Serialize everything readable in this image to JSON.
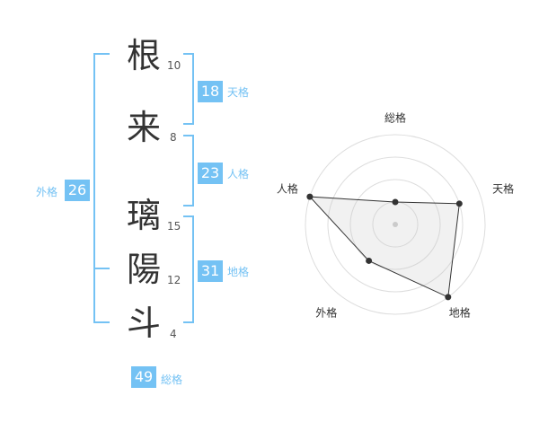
{
  "name": {
    "chars": [
      {
        "char": "根",
        "strokes": "10"
      },
      {
        "char": "来",
        "strokes": "8"
      },
      {
        "char": "璃",
        "strokes": "15"
      },
      {
        "char": "陽",
        "strokes": "12"
      },
      {
        "char": "斗",
        "strokes": "4"
      }
    ]
  },
  "fortune": {
    "tenkaku": {
      "value": "18",
      "label": "天格"
    },
    "jinkaku": {
      "value": "23",
      "label": "人格"
    },
    "chikaku": {
      "value": "31",
      "label": "地格"
    },
    "gaikaku": {
      "value": "26",
      "label": "外格"
    },
    "soukaku": {
      "value": "49",
      "label": "総格"
    }
  },
  "colors": {
    "accent": "#74c2f4",
    "text": "#333333"
  },
  "chart_data": {
    "type": "radar",
    "axes": [
      "総格",
      "天格",
      "地格",
      "外格",
      "人格"
    ],
    "values": [
      1,
      3,
      4,
      2,
      4
    ],
    "max": 4,
    "rings": 4
  }
}
